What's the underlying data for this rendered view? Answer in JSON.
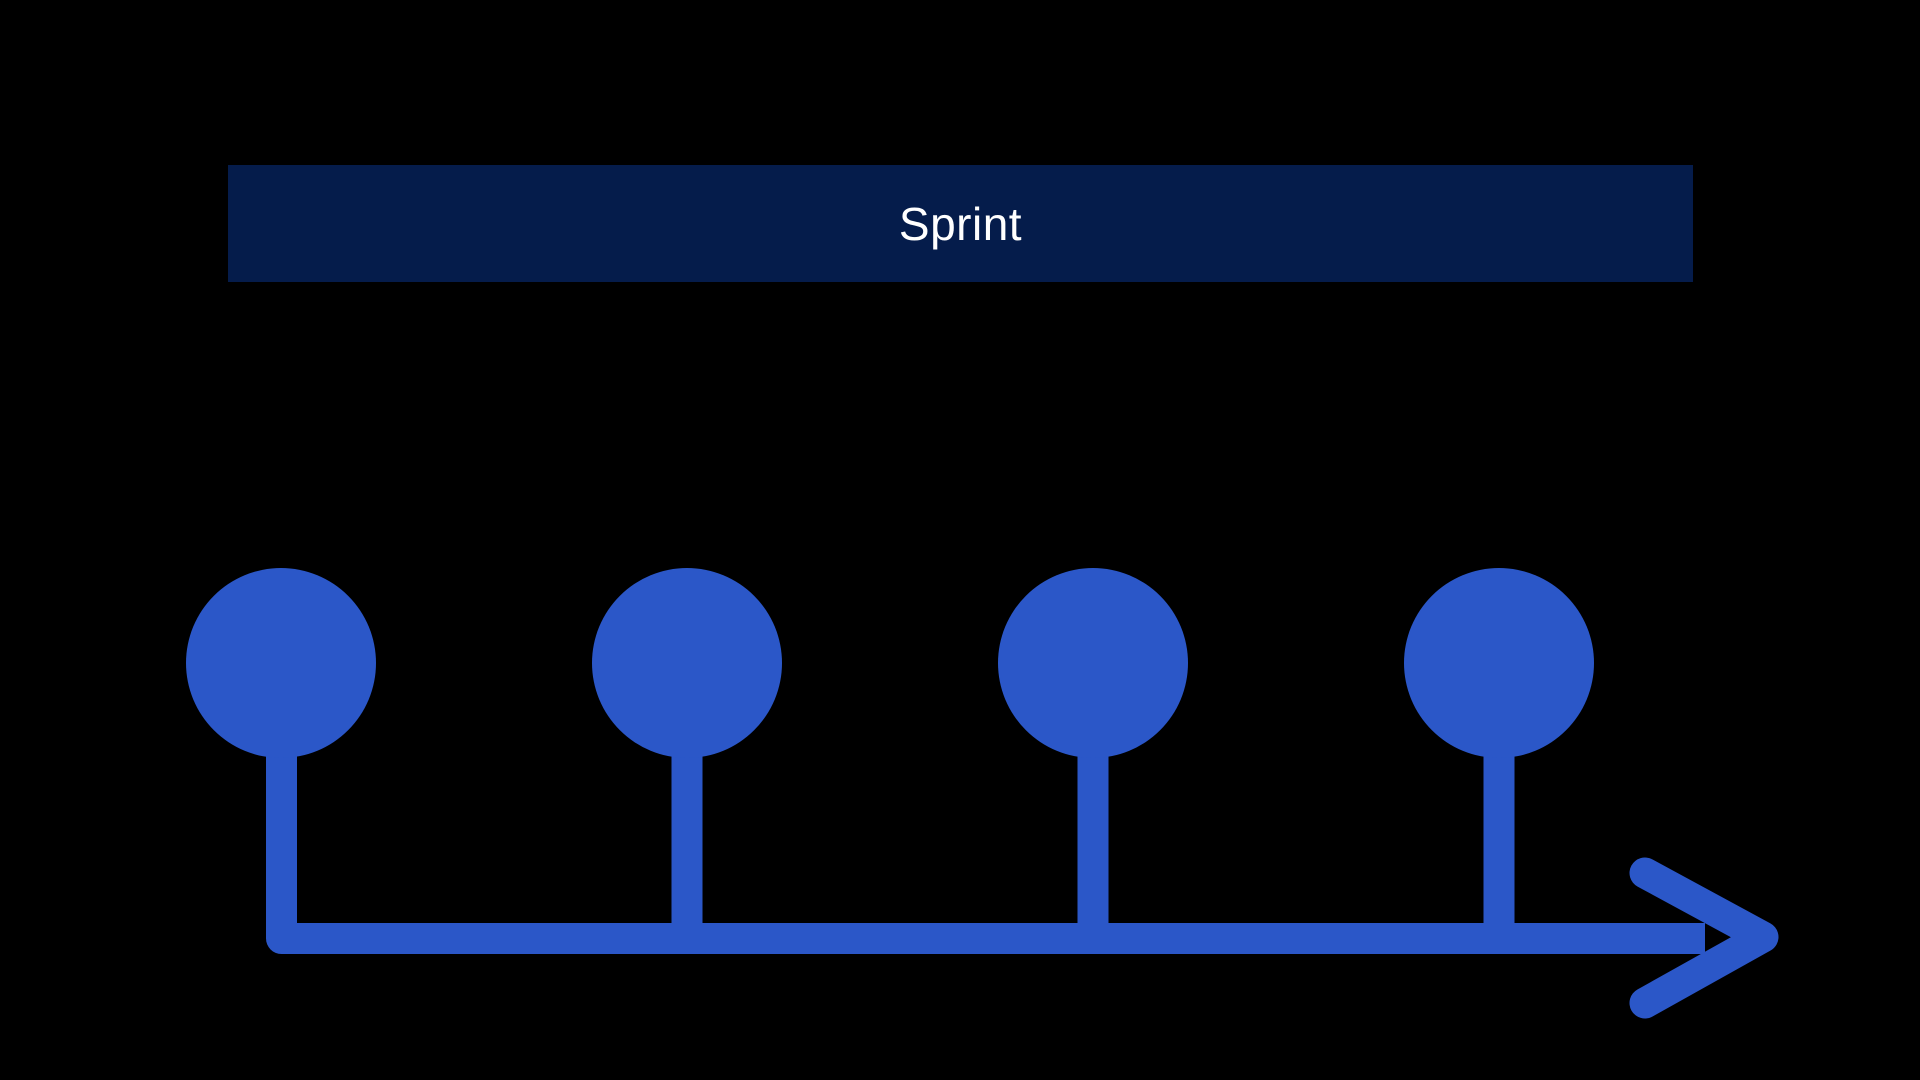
{
  "banner": {
    "label": "Sprint"
  },
  "timeline": {
    "marker_count": 4,
    "direction": "left-to-right"
  },
  "colors": {
    "background": "#000000",
    "banner_navy": "#051C4B",
    "accent_blue": "#2B57C8",
    "text_white": "#FFFFFF"
  }
}
